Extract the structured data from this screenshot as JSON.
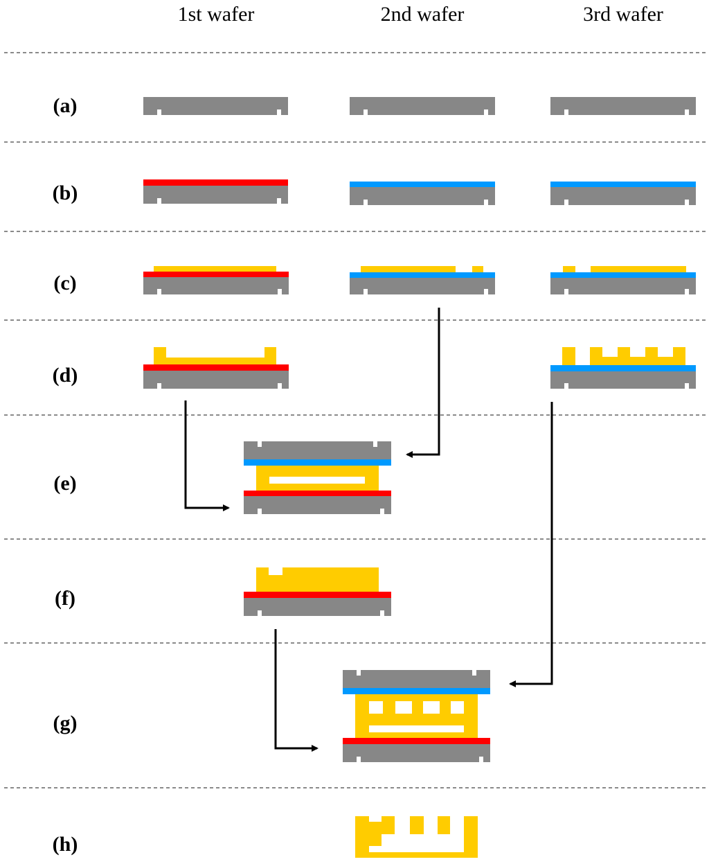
{
  "columns": [
    "1st wafer",
    "2nd wafer",
    "3rd wafer"
  ],
  "steps": [
    "(a)",
    "(b)",
    "(c)",
    "(d)",
    "(e)",
    "(f)",
    "(g)",
    "(h)"
  ],
  "colors": {
    "substrate": "#878787",
    "red_layer": "#ff0000",
    "blue_layer": "#0099ff",
    "gold": "#ffcc00",
    "arrow": "#000000",
    "divider": "#444444"
  }
}
